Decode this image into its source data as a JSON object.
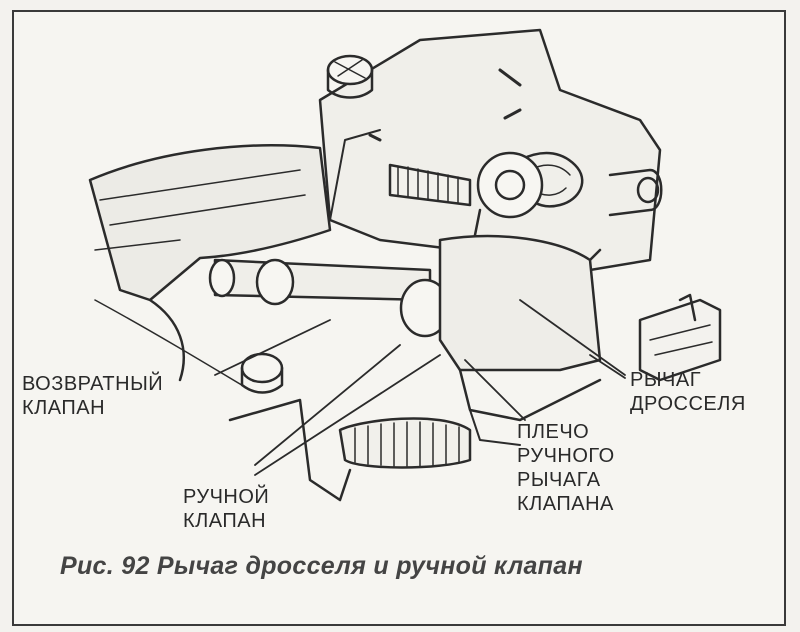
{
  "labels": {
    "return_valve": "ВОЗВРАТНЫЙ\nКЛАПАН",
    "manual_valve": "РУЧНОЙ\nКЛАПАН",
    "throttle_lever": "РЫЧАГ\nДРОССЕЛЯ",
    "manual_valve_lever_arm": "ПЛЕЧО\nРУЧНОГО\nРЫЧАГА\nКЛАПАНА"
  },
  "caption": "Рис. 92 Рычаг дросселя и ручной клапан"
}
